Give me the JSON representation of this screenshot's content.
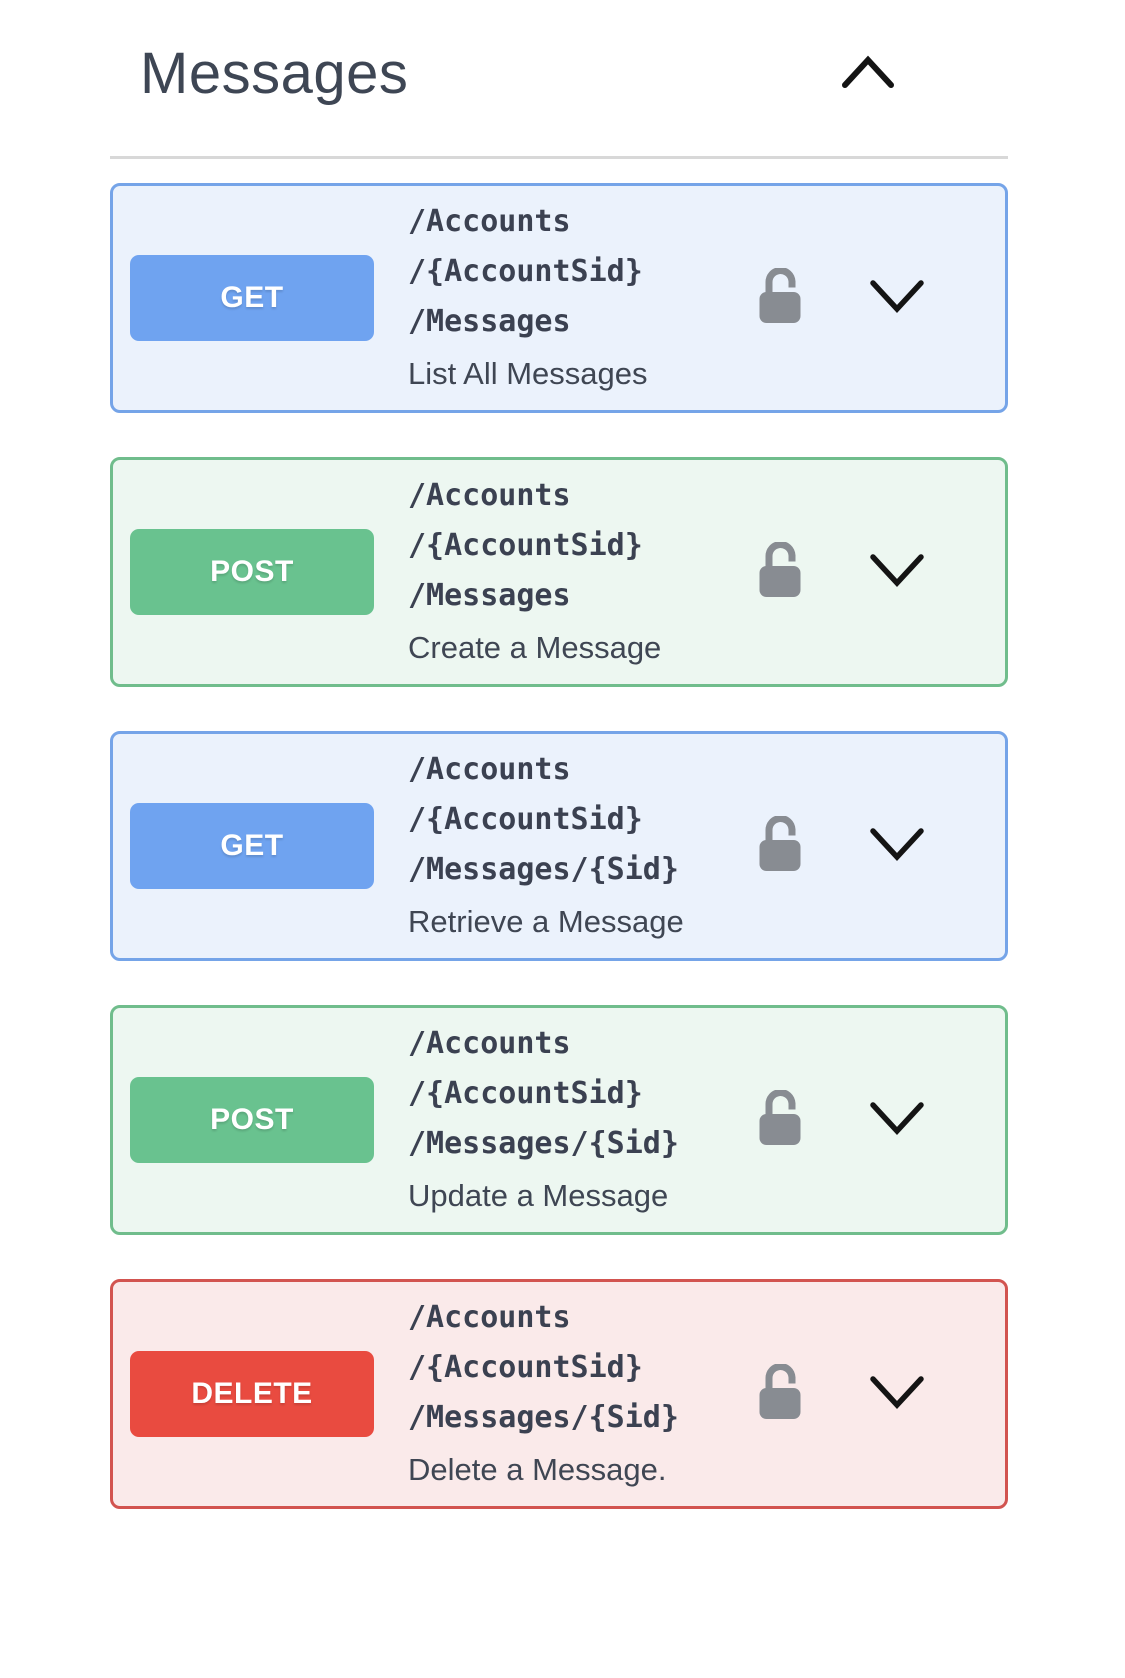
{
  "section": {
    "title": "Messages",
    "collapse_icon": "chevron-up-icon"
  },
  "operations": [
    {
      "method": "GET",
      "path": "/Accounts/{AccountSid}/Messages",
      "path_lines": [
        "/Accounts",
        "/{AccountSid}",
        "/Messages"
      ],
      "summary": "List All Messages",
      "theme": "blue",
      "auth_icon": "unlock-icon",
      "expand_icon": "chevron-down-icon"
    },
    {
      "method": "POST",
      "path": "/Accounts/{AccountSid}/Messages",
      "path_lines": [
        "/Accounts",
        "/{AccountSid}",
        "/Messages"
      ],
      "summary": "Create a Message",
      "theme": "green",
      "auth_icon": "unlock-icon",
      "expand_icon": "chevron-down-icon"
    },
    {
      "method": "GET",
      "path": "/Accounts/{AccountSid}/Messages/{Sid}",
      "path_lines": [
        "/Accounts",
        "/{AccountSid}",
        "/Messages/{Sid}"
      ],
      "summary": "Retrieve a Message",
      "theme": "blue",
      "auth_icon": "unlock-icon",
      "expand_icon": "chevron-down-icon"
    },
    {
      "method": "POST",
      "path": "/Accounts/{AccountSid}/Messages/{Sid}",
      "path_lines": [
        "/Accounts",
        "/{AccountSid}",
        "/Messages/{Sid}"
      ],
      "summary": "Update a Message",
      "theme": "green",
      "auth_icon": "unlock-icon",
      "expand_icon": "chevron-down-icon"
    },
    {
      "method": "DELETE",
      "path": "/Accounts/{AccountSid}/Messages/{Sid}",
      "path_lines": [
        "/Accounts",
        "/{AccountSid}",
        "/Messages/{Sid}"
      ],
      "summary": "Delete a Message.",
      "theme": "red",
      "auth_icon": "unlock-icon",
      "expand_icon": "chevron-down-icon"
    }
  ],
  "colors": {
    "text": "#3B4151",
    "divider": "#D8D8D8",
    "get_badge": "#6FA3F0",
    "get_border": "#75A4E8",
    "get_background": "#EBF2FC",
    "post_badge": "#69C28F",
    "post_border": "#70BD8C",
    "post_background": "#EDF7F1",
    "delete_badge": "#E94B40",
    "delete_border": "#D25450",
    "delete_background": "#FAEAEA",
    "lock_icon": "#888C92",
    "chevron_icon": "#141414"
  }
}
